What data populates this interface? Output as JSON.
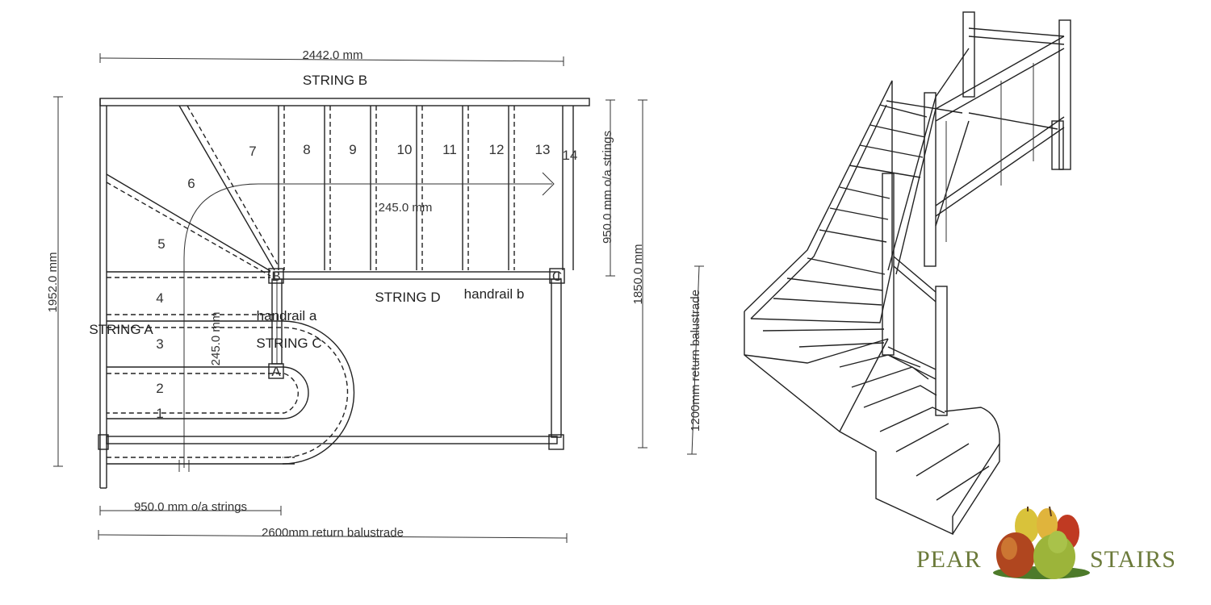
{
  "plan": {
    "dims": {
      "top_width": "2442.0 mm",
      "left_height": "1952.0 mm",
      "right_string_width": "950.0 mm o/a strings",
      "right_height": "1850.0 mm",
      "bottom_strings": "950.0 mm o/a strings",
      "bottom_balustrade": "2600mm return balustrade",
      "going_top": "245.0 mm",
      "going_left": "245.0 mm"
    },
    "labels": {
      "string_a": "STRING A",
      "string_b": "STRING B",
      "string_c": "STRING C",
      "string_d": "STRING D",
      "handrail_a": "handrail a",
      "handrail_b": "handrail b",
      "post_a": "A",
      "post_b": "B",
      "post_c": "C"
    },
    "treads": [
      "1",
      "2",
      "3",
      "4",
      "5",
      "6",
      "7",
      "8",
      "9",
      "10",
      "11",
      "12",
      "13",
      "14"
    ]
  },
  "iso": {
    "side_dim": "1200mm return balustrade"
  },
  "logo": {
    "left": "PEAR",
    "right": "STAIRS",
    "colors": {
      "text": "#6b7a3a",
      "pear_green": "#9cb43a",
      "pear_red": "#b0461f",
      "pear_yellow": "#d9b53a"
    }
  }
}
